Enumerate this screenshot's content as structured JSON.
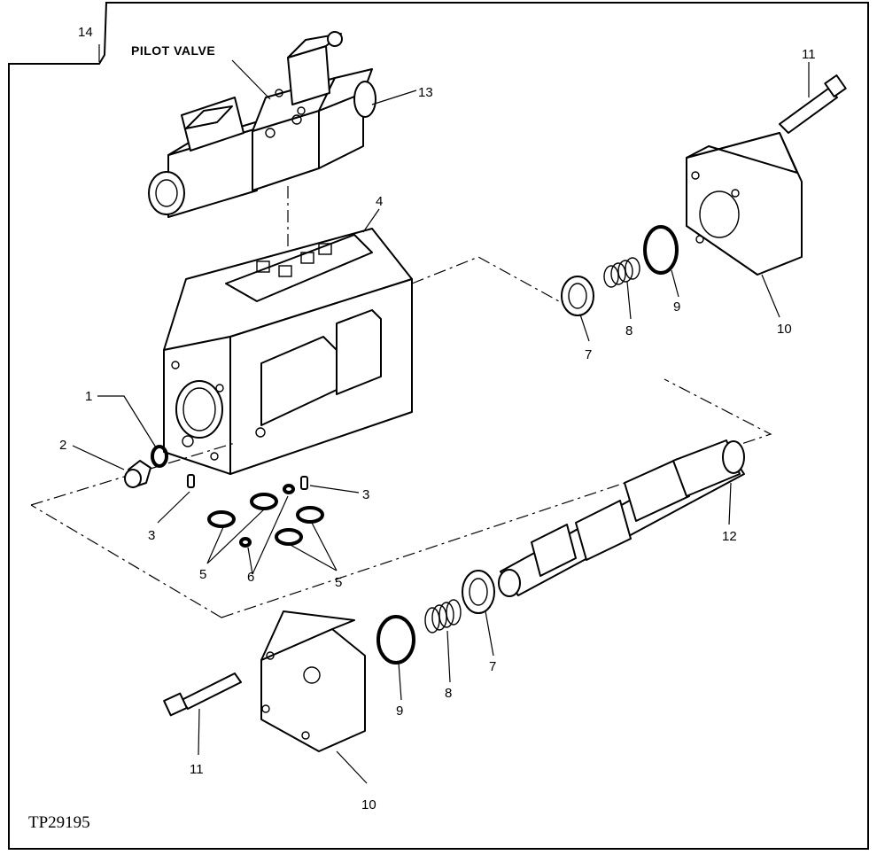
{
  "title_label": "PILOT VALVE",
  "figure_id": "TP29195",
  "callouts": {
    "c1": "1",
    "c2": "2",
    "c3a": "3",
    "c3b": "3",
    "c4": "4",
    "c5a": "5",
    "c5b": "5",
    "c6": "6",
    "c7a": "7",
    "c7b": "7",
    "c8a": "8",
    "c8b": "8",
    "c9a": "9",
    "c9b": "9",
    "c10a": "10",
    "c10b": "10",
    "c11a": "11",
    "c11b": "11",
    "c12": "12",
    "c13": "13",
    "c14": "14"
  }
}
